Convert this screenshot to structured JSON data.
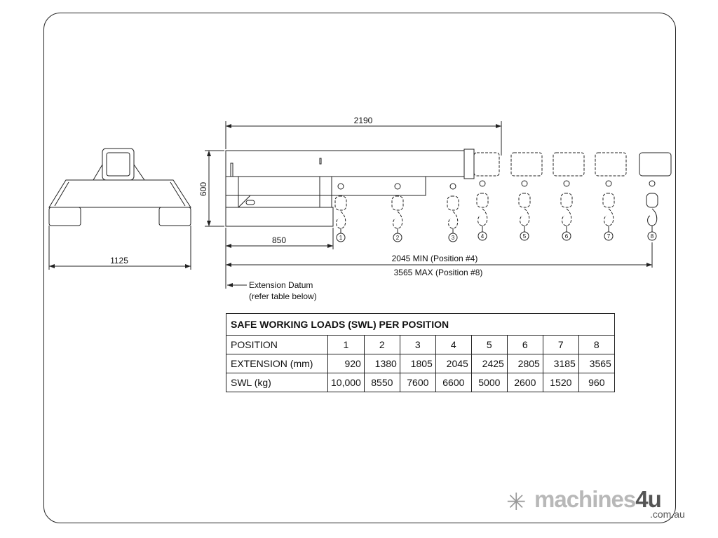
{
  "drawing": {
    "dim_side_width": "1125",
    "dim_overall_length": "2190",
    "dim_height": "600",
    "dim_base": "850",
    "dim_min": "2045 MIN (Position #4)",
    "dim_max": "3565 MAX (Position #8)",
    "datum_line1": "Extension Datum",
    "datum_line2": "(refer table below)",
    "positions": [
      "1",
      "2",
      "3",
      "4",
      "5",
      "6",
      "7",
      "8"
    ]
  },
  "table": {
    "title": "SAFE WORKING LOADS (SWL) PER POSITION",
    "rows": [
      {
        "label": "POSITION",
        "values": [
          "1",
          "2",
          "3",
          "4",
          "5",
          "6",
          "7",
          "8"
        ]
      },
      {
        "label": "EXTENSION (mm)",
        "values": [
          "920",
          "1380",
          "1805",
          "2045",
          "2425",
          "2805",
          "3185",
          "3565"
        ]
      },
      {
        "label": "SWL (kg)",
        "values": [
          "10,000",
          "8550",
          "7600",
          "6600",
          "5000",
          "2600",
          "1520",
          "960"
        ]
      }
    ]
  },
  "logo": {
    "text_a": "machines",
    "text_b": "4u",
    "domain": ".com.au"
  }
}
